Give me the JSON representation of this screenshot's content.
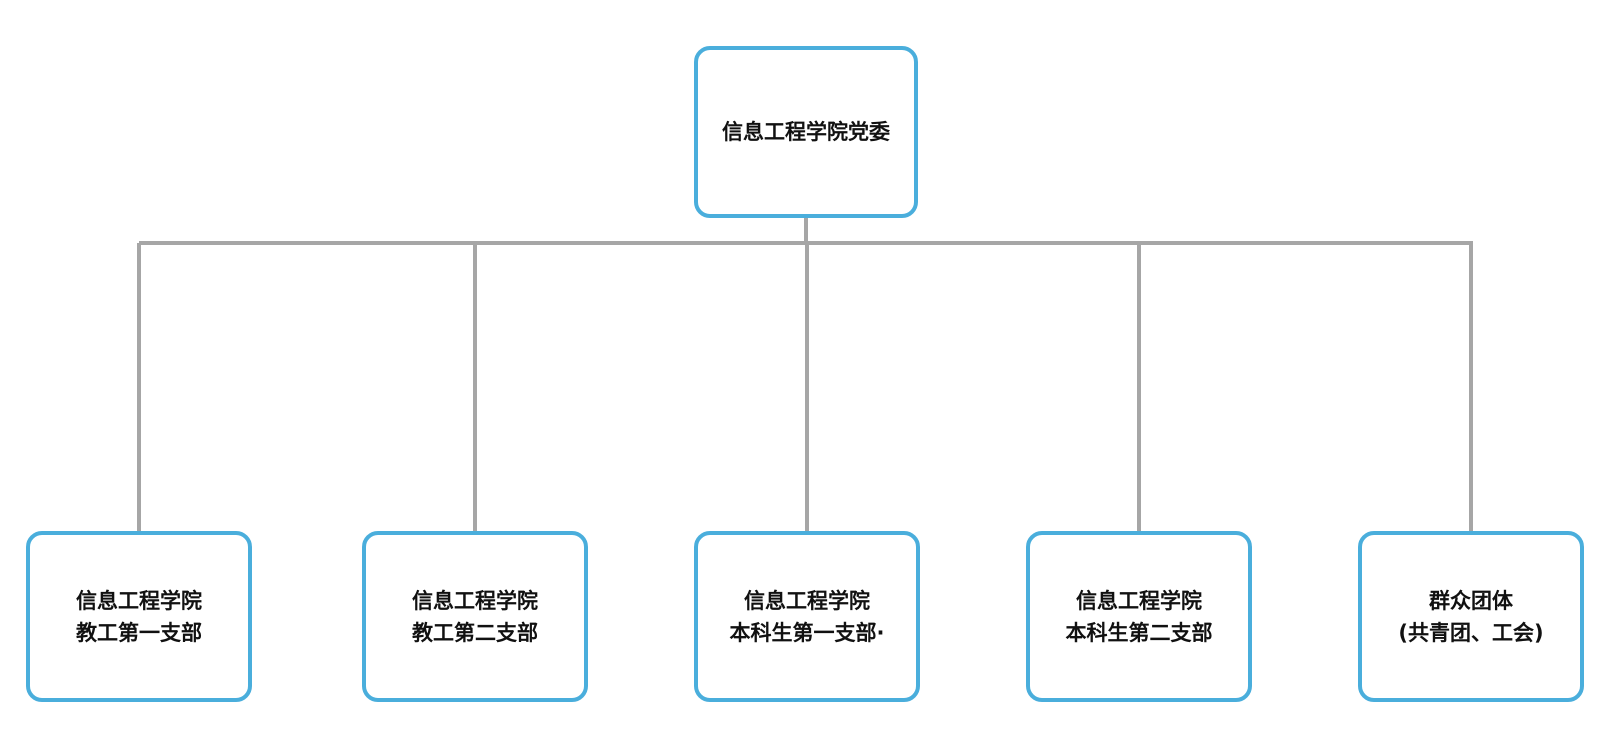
{
  "diagram": {
    "type": "org-chart",
    "colors": {
      "node_border": "#4aaedc",
      "connector": "#a6a6a6",
      "text": "#111111",
      "background": "#ffffff"
    },
    "root": {
      "label": "信息工程学院党委"
    },
    "children": [
      {
        "label": "信息工程学院\n教工第一支部"
      },
      {
        "label": "信息工程学院\n教工第二支部"
      },
      {
        "label": "信息工程学院\n本科生第一支部·"
      },
      {
        "label": "信息工程学院\n本科生第二支部"
      },
      {
        "label": "群众团体\n(共青团、工会)"
      }
    ]
  }
}
